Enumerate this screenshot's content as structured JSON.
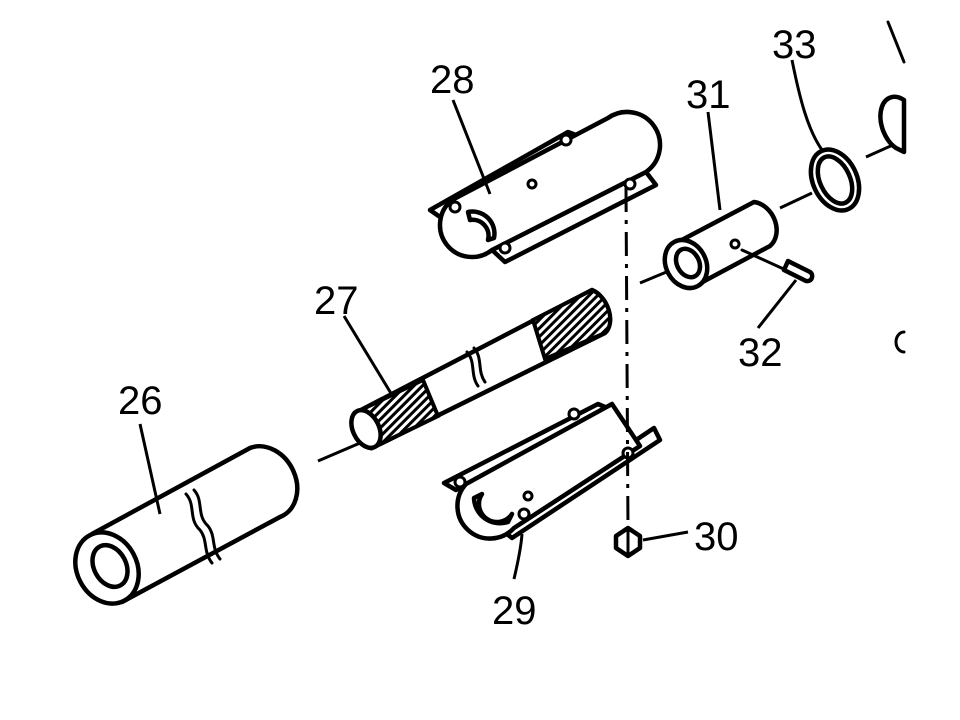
{
  "diagram": {
    "callouts": [
      {
        "id": "26",
        "text": "26"
      },
      {
        "id": "27",
        "text": "27"
      },
      {
        "id": "28",
        "text": "28"
      },
      {
        "id": "29",
        "text": "29"
      },
      {
        "id": "30",
        "text": "30"
      },
      {
        "id": "31",
        "text": "31"
      },
      {
        "id": "32",
        "text": "32"
      },
      {
        "id": "33",
        "text": "33"
      }
    ]
  }
}
